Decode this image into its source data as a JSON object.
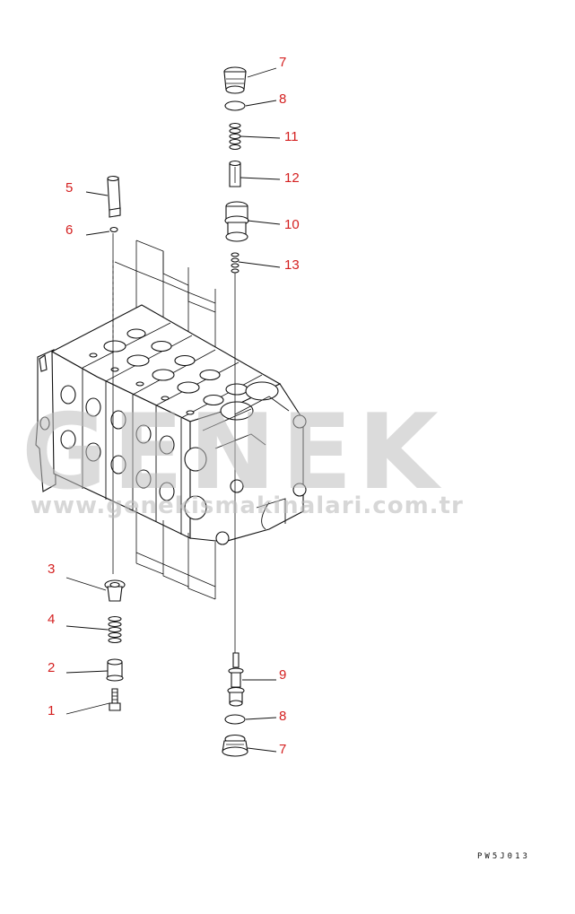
{
  "watermark": {
    "brand": "GENEK",
    "url": "www.genekismakinalari.com.tr"
  },
  "drawing_code": "PW5J013",
  "callouts": {
    "c7_top": "7",
    "c8_top": "8",
    "c11": "11",
    "c12": "12",
    "c10": "10",
    "c13": "13",
    "c5": "5",
    "c6": "6",
    "c3": "3",
    "c4": "4",
    "c2": "2",
    "c1": "1",
    "c9": "9",
    "c8_bottom": "8",
    "c7_bottom": "7"
  },
  "colors": {
    "callout": "#d42020",
    "watermark": "#bdbdbd"
  }
}
